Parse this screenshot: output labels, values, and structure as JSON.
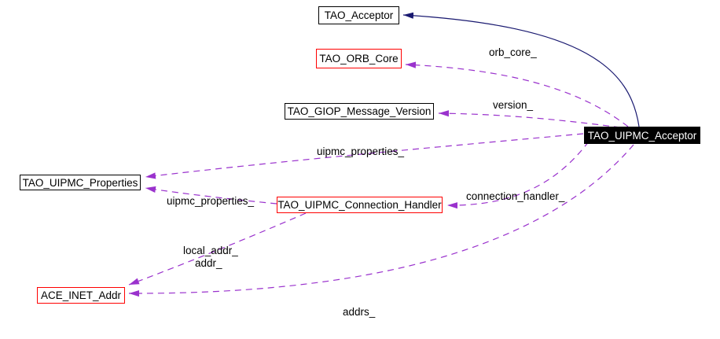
{
  "nodes": {
    "tao_acceptor": {
      "label": "TAO_Acceptor"
    },
    "tao_orb_core": {
      "label": "TAO_ORB_Core"
    },
    "tao_giop_message_version": {
      "label": "TAO_GIOP_Message_Version"
    },
    "tao_uipmc_acceptor": {
      "label": "TAO_UIPMC_Acceptor"
    },
    "tao_uipmc_properties": {
      "label": "TAO_UIPMC_Properties"
    },
    "tao_uipmc_connection_handler": {
      "label": "TAO_UIPMC_Connection_Handler"
    },
    "ace_inet_addr": {
      "label": "ACE_INET_Addr"
    }
  },
  "edge_labels": {
    "orb_core": "orb_core_",
    "version": "version_",
    "uipmc_properties_upper": "uipmc_properties_",
    "uipmc_properties_lower": "uipmc_properties_",
    "connection_handler": "connection_handler_",
    "local_addr": "local_addr_",
    "addr": "addr_",
    "addrs": "addrs_"
  },
  "colors": {
    "inheritance_edge": "#191970",
    "usage_edge": "#9a32cd",
    "node_border_default": "#000000",
    "node_border_highlight": "#ff0000",
    "focus_node_background": "#000000",
    "focus_node_text": "#ffffff",
    "background": "#ffffff"
  }
}
